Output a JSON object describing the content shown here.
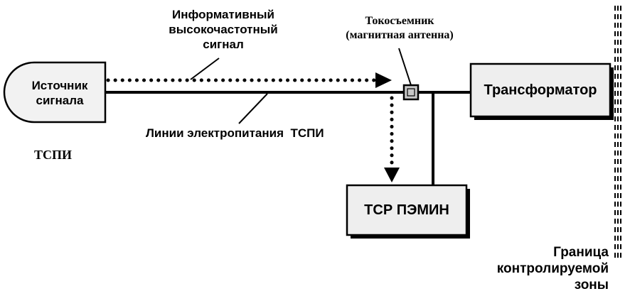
{
  "source": {
    "lines": [
      "Источник",
      "сигнала"
    ]
  },
  "transformer": {
    "label": "Трансформатор"
  },
  "receiver": {
    "label": "ТСР ПЭМИН"
  },
  "signal_label": {
    "lines": [
      "Информативный",
      "высокочастотный",
      "сигнал"
    ]
  },
  "pickup_label": {
    "lines": [
      "Токосъемник",
      "(магнитная антенна)"
    ]
  },
  "powerline_label": "Линии электропитания  ТСПИ",
  "tspi_label": "ТСПИ",
  "zone_label": {
    "lines": [
      "Граница",
      "контролируемой",
      "зоны"
    ]
  },
  "colors": {
    "line": "#000000",
    "box_fill": "#eeeeee",
    "sensor_fill": "#c8c8c8"
  }
}
